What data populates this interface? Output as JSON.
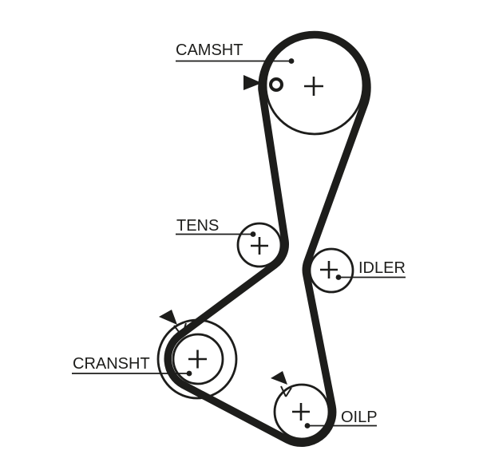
{
  "diagram": {
    "labels": {
      "camshaft": "CAMSHT",
      "tensioner": "TENS",
      "idler": "IDLER",
      "crankshaft": "CRANSHT",
      "oil_pump": "OILP"
    },
    "colors": {
      "line": "#1d1d1b",
      "background": "#ffffff"
    }
  }
}
